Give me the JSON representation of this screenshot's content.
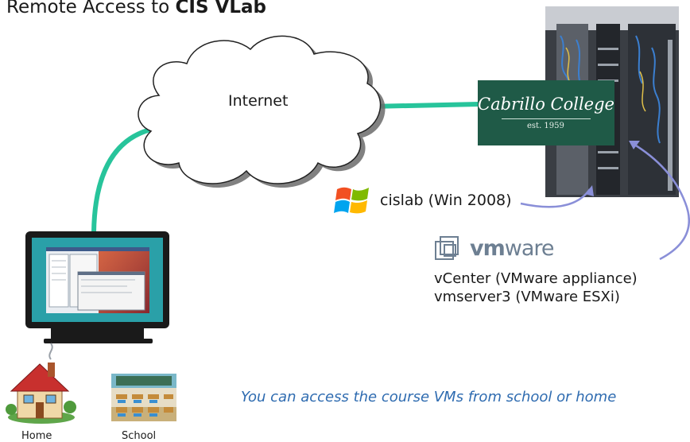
{
  "title": {
    "prefix": "Remote Access to ",
    "bold": "CIS VLab"
  },
  "cloud": {
    "label": "Internet"
  },
  "server": {
    "logo_text": "Cabrillo College",
    "logo_est": "est. 1959"
  },
  "windows": {
    "label": "cislab (Win 2008)"
  },
  "vmware": {
    "logo_text_bold": "vm",
    "logo_text_rest": "ware",
    "line1": "vCenter (VMware appliance)",
    "line2": "vmserver3 (VMware ESXi)"
  },
  "locations": {
    "home": "Home",
    "school": "School"
  },
  "note": "You can access the course VMs from school or home",
  "colors": {
    "link": "#27c49b",
    "arrow": "#8a8fd8",
    "monitor_screen": "#2aa0a8",
    "monitor_frame": "#1a1a1a",
    "college_green": "#1f5a47",
    "note_blue": "#2e6bb0"
  }
}
